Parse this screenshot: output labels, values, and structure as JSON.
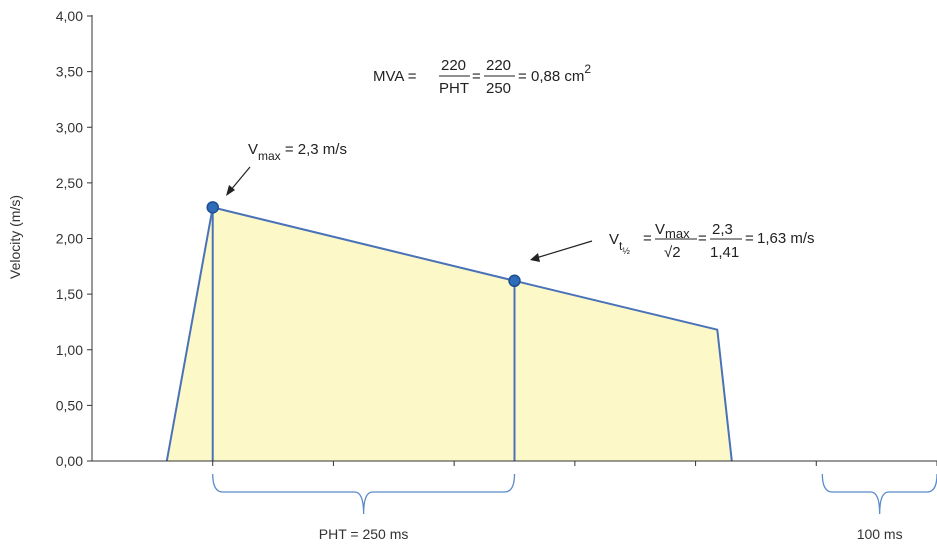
{
  "chart_data": {
    "type": "area",
    "ylabel": "Velocity (m/s)",
    "xlabel": "",
    "ylim": [
      0,
      4
    ],
    "yticks": [
      "0,00",
      "0,50",
      "1,00",
      "1,50",
      "2,00",
      "2,50",
      "3,00",
      "3,50",
      "4,00"
    ],
    "ytick_values": [
      0,
      0.5,
      1,
      1.5,
      2,
      2.5,
      3,
      3.5,
      4
    ],
    "x_unit": "ms",
    "xlim": [
      -100,
      600
    ],
    "xticks": [
      0,
      100,
      200,
      300,
      400,
      500,
      600
    ],
    "grid": false,
    "series": [
      {
        "x": [
          -38,
          0,
          250,
          418,
          430
        ],
        "y": [
          0,
          2.28,
          1.62,
          1.18,
          0
        ],
        "color": "#4a72b8",
        "fill": "#fdf8c8"
      }
    ],
    "markers": [
      {
        "x": 0,
        "y": 2.28
      },
      {
        "x": 250,
        "y": 1.62
      }
    ],
    "drop_lines": [
      0,
      250
    ],
    "brackets": [
      {
        "from": 0,
        "to": 250,
        "label": "PHT = 250 ms"
      },
      {
        "from": 505,
        "to": 600,
        "label": "100 ms"
      }
    ],
    "annotations": {
      "vmax": {
        "v": "V",
        "sub": "max",
        "rest": " = 2,3 m/s"
      },
      "vhalf": {
        "v": "V",
        "sub": "t",
        "subsub": "½",
        "eq1": "=",
        "num": "V",
        "num_sub": "max",
        "den": "√2",
        "eq2": "=",
        "num2": "2,3",
        "den2": "1,41",
        "eq3": "=",
        "rest": "1,63 m/s"
      },
      "mva": {
        "lhs": "MVA =",
        "num1": "220",
        "den1": "PHT",
        "eq1": "=",
        "num2": "220",
        "den2": "250",
        "eq2": "=",
        "rest": "0,88 cm",
        "sup": "2"
      }
    }
  },
  "colors": {
    "axis": "#333333",
    "line": "#4a72b8",
    "fill": "#fdf8c8",
    "marker": "#2e6bb8",
    "bracket": "#5b8ac8"
  }
}
